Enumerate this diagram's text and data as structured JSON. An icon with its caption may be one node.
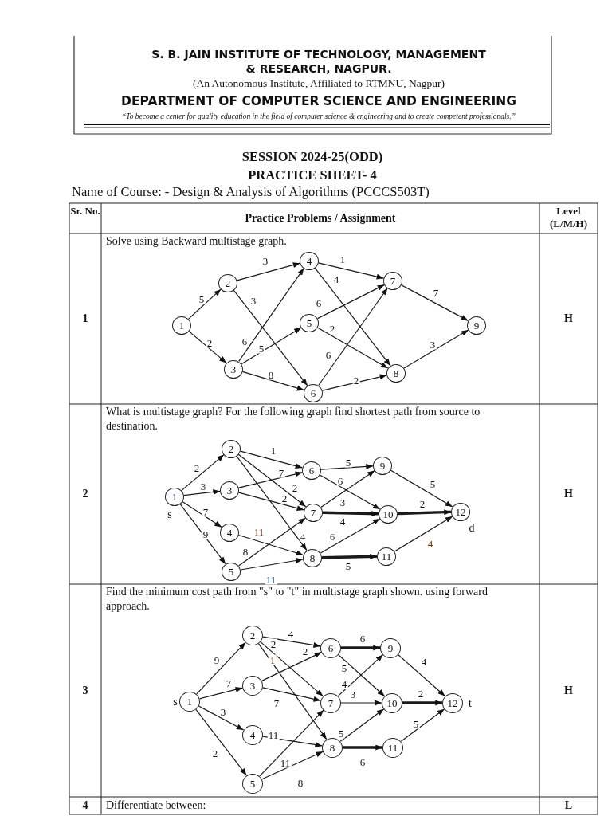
{
  "diagram": {
    "nodes": [
      {
        "text": [
          "1"
        ]
      },
      {
        "text": [
          "2"
        ]
      },
      {
        "text": [
          "3"
        ]
      },
      {
        "text": [
          "4"
        ]
      },
      {
        "text": [
          "5"
        ]
      },
      {
        "text": [
          "6"
        ]
      },
      {
        "text": [
          "7"
        ]
      },
      {
        "text": [
          "8"
        ]
      },
      {
        "text": [
          "9"
        ]
      },
      {
        "text": [
          "1"
        ],
        "beside": [
          "s"
        ]
      },
      {
        "text": [
          "2"
        ]
      },
      {
        "text": [
          "3"
        ]
      },
      {
        "text": [
          "4"
        ]
      },
      {
        "text": [
          "5"
        ]
      },
      {
        "text": [
          "6"
        ]
      },
      {
        "text": [
          "7"
        ]
      },
      {
        "text": [
          "8"
        ]
      },
      {
        "text": [
          "9"
        ]
      },
      {
        "text": [
          "10"
        ]
      },
      {
        "text": [
          "11"
        ]
      },
      {
        "text": [
          "12"
        ],
        "beside": [
          "d"
        ]
      },
      {
        "text": [
          "1"
        ],
        "beside": [
          "s"
        ]
      },
      {
        "text": [
          "2"
        ]
      },
      {
        "text": [
          "3"
        ]
      },
      {
        "text": [
          "4"
        ]
      },
      {
        "text": [
          "5"
        ]
      },
      {
        "text": [
          "6"
        ]
      },
      {
        "text": [
          "7"
        ]
      },
      {
        "text": [
          "8"
        ]
      },
      {
        "text": [
          "9"
        ]
      },
      {
        "text": [
          "10"
        ]
      },
      {
        "text": [
          "11"
        ]
      },
      {
        "text": [
          "12"
        ],
        "beside": [
          "t"
        ]
      }
    ],
    "edges": [
      {
        "from": 0,
        "to": 1,
        "arrow": "to",
        "label": "5"
      },
      {
        "from": 0,
        "to": 2,
        "arrow": "to",
        "label": "2"
      },
      {
        "from": 1,
        "to": 3,
        "arrow": "to",
        "label": "3"
      },
      {
        "from": 1,
        "to": 5,
        "arrow": "to",
        "label": "3"
      },
      {
        "from": 2,
        "to": 3,
        "arrow": "to",
        "label": "6"
      },
      {
        "from": 2,
        "to": 4,
        "arrow": "to",
        "label": "5"
      },
      {
        "from": 2,
        "to": 5,
        "arrow": "to",
        "label": "8"
      },
      {
        "from": 3,
        "to": 6,
        "arrow": "to",
        "label": "1"
      },
      {
        "from": 3,
        "to": 7,
        "arrow": "to",
        "label": "4"
      },
      {
        "from": 4,
        "to": 6,
        "arrow": "to",
        "label": "6"
      },
      {
        "from": 4,
        "to": 7,
        "arrow": "to",
        "label": "2"
      },
      {
        "from": 5,
        "to": 6,
        "arrow": "to",
        "label": "6"
      },
      {
        "from": 5,
        "to": 7,
        "arrow": "to",
        "label": "2"
      },
      {
        "from": 6,
        "to": 8,
        "arrow": "to",
        "label": "7"
      },
      {
        "from": 7,
        "to": 8,
        "arrow": "to",
        "label": "3"
      },
      {
        "from": 9,
        "to": 10,
        "arrow": "to",
        "label": "2"
      },
      {
        "from": 9,
        "to": 11,
        "arrow": "to",
        "label": "3"
      },
      {
        "from": 9,
        "to": 12,
        "arrow": "to",
        "label": "7"
      },
      {
        "from": 9,
        "to": 13,
        "arrow": "to",
        "label": "9"
      },
      {
        "from": 10,
        "to": 14,
        "arrow": "to",
        "label": "1"
      },
      {
        "from": 10,
        "to": 15,
        "arrow": "to",
        "label": "2"
      },
      {
        "from": 10,
        "to": 16,
        "arrow": "to",
        "label": "4"
      },
      {
        "from": 11,
        "to": 14,
        "arrow": "to",
        "label": "7"
      },
      {
        "from": 11,
        "to": 15,
        "arrow": "to",
        "label": "2"
      },
      {
        "from": 12,
        "to": 16,
        "arrow": "to",
        "label": "11"
      },
      {
        "from": 13,
        "to": 15,
        "arrow": "to",
        "label": "8"
      },
      {
        "from": 13,
        "to": 16,
        "arrow": "to",
        "label": "11"
      },
      {
        "from": 14,
        "to": 17,
        "arrow": "to",
        "label": "5"
      },
      {
        "from": 14,
        "to": 18,
        "arrow": "to",
        "label": "6"
      },
      {
        "from": 15,
        "to": 17,
        "arrow": "to",
        "label": "3"
      },
      {
        "from": 15,
        "to": 18,
        "arrow": "to",
        "label": "4",
        "style": "thick"
      },
      {
        "from": 16,
        "to": 18,
        "arrow": "to",
        "label": "6"
      },
      {
        "from": 16,
        "to": 19,
        "arrow": "to",
        "label": "5",
        "style": "thick"
      },
      {
        "from": 17,
        "to": 20,
        "arrow": "to",
        "label": "5"
      },
      {
        "from": 18,
        "to": 20,
        "arrow": "to",
        "label": "2",
        "style": "thick"
      },
      {
        "from": 19,
        "to": 20,
        "arrow": "to",
        "label": "4"
      },
      {
        "from": 21,
        "to": 22,
        "arrow": "to",
        "label": "9"
      },
      {
        "from": 21,
        "to": 23,
        "arrow": "to",
        "label": "7"
      },
      {
        "from": 21,
        "to": 24,
        "arrow": "to",
        "label": "3"
      },
      {
        "from": 21,
        "to": 25,
        "arrow": "to",
        "label": "2"
      },
      {
        "from": 22,
        "to": 26,
        "arrow": "to",
        "label": "4"
      },
      {
        "from": 22,
        "to": 27,
        "arrow": "to",
        "label": "2"
      },
      {
        "from": 22,
        "to": 28,
        "arrow": "to",
        "label": "1"
      },
      {
        "from": 23,
        "to": 26,
        "arrow": "to",
        "label": "2"
      },
      {
        "from": 23,
        "to": 27,
        "arrow": "to",
        "label": "7"
      },
      {
        "from": 24,
        "to": 28,
        "arrow": "to",
        "label": "11"
      },
      {
        "from": 25,
        "to": 27,
        "arrow": "to",
        "label": "11"
      },
      {
        "from": 25,
        "to": 28,
        "arrow": "to",
        "label": "8"
      },
      {
        "from": 26,
        "to": 29,
        "arrow": "to",
        "label": "6",
        "style": "thick"
      },
      {
        "from": 26,
        "to": 30,
        "arrow": "to",
        "label": "5"
      },
      {
        "from": 27,
        "to": 29,
        "arrow": "to",
        "label": "4"
      },
      {
        "from": 27,
        "to": 30,
        "arrow": "to",
        "label": "3"
      },
      {
        "from": 28,
        "to": 30,
        "arrow": "to",
        "label": "5"
      },
      {
        "from": 28,
        "to": 31,
        "arrow": "to",
        "label": "6",
        "style": "thick"
      },
      {
        "from": 29,
        "to": 32,
        "arrow": "to",
        "label": "4"
      },
      {
        "from": 30,
        "to": 32,
        "arrow": "to",
        "label": "2",
        "style": "thick"
      },
      {
        "from": 31,
        "to": 32,
        "arrow": "to",
        "label": "5"
      }
    ],
    "labels": [
      "S. B. JAIN INSTITUTE OF TECHNOLOGY, MANAGEMENT & RESEARCH, NAGPUR.",
      "(An Autonomous Institute, Affiliated to RTMNU, Nagpur)",
      "DEPARTMENT OF COMPUTER SCIENCE AND ENGINEERING",
      "“To become a center for quality education in the field of computer science & engineering and to create competent professionals.”",
      "SESSION 2024-25(ODD)",
      "PRACTICE SHEET- 4",
      "Name of Course: - Design & Analysis of Algorithms (PCCCS503T)",
      "Sr. No.",
      "Practice Problems / Assignment",
      "Level (L/M/H)",
      "1",
      "Solve using Backward multistage graph.",
      "H",
      "2",
      "What is multistage graph? For the following graph find shortest path from source to destination.",
      "H",
      "3",
      "Find the minimum cost path from \"s\" to \"t\" in multistage graph shown. using forward approach.",
      "H",
      "4",
      "Differentiate between:",
      "L"
    ]
  }
}
